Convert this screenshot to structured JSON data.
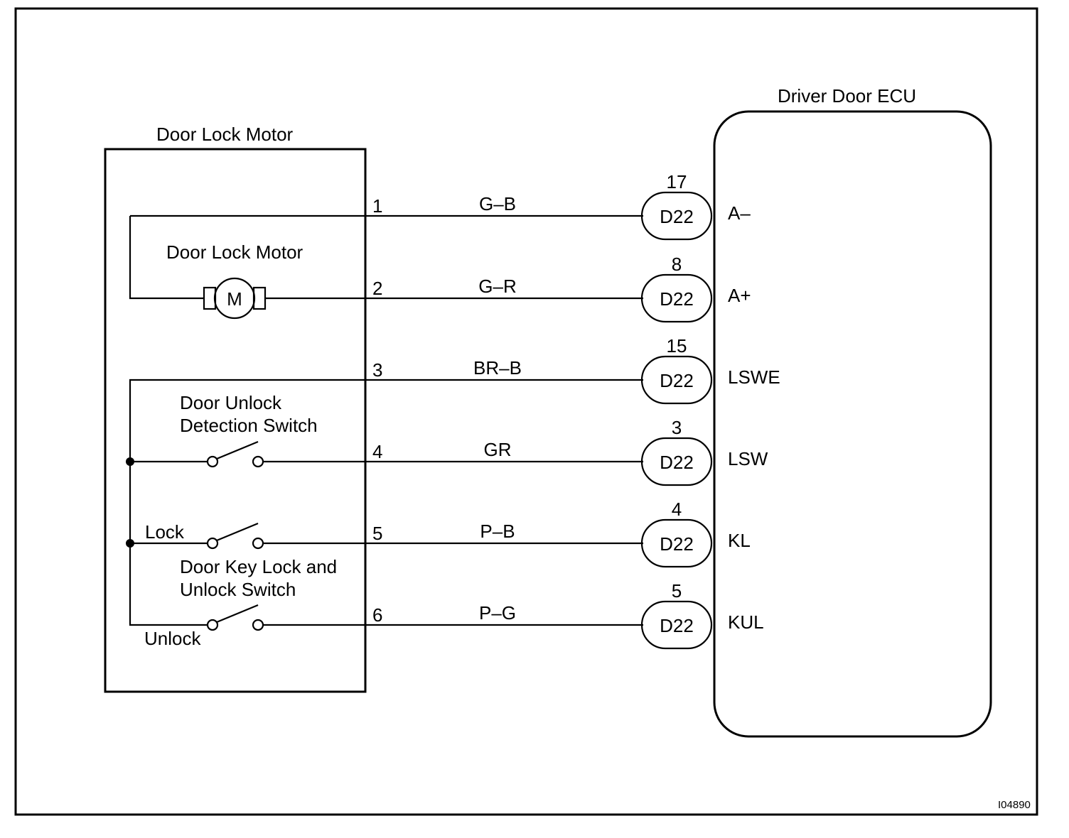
{
  "motor_unit": {
    "title": "Door Lock Motor",
    "motor_label": "Door Lock Motor",
    "motor_symbol": "M",
    "unlock_detect_label_line1": "Door Unlock",
    "unlock_detect_label_line2": "Detection Switch",
    "key_switch_label_line1": "Door Key Lock and",
    "key_switch_label_line2": "Unlock Switch",
    "lock_label": "Lock",
    "unlock_label": "Unlock"
  },
  "ecu": {
    "title": "Driver Door ECU"
  },
  "wires": [
    {
      "pin": "1",
      "color": "G–B",
      "connector": "D22",
      "ecu_pin": "17",
      "terminal": "A–"
    },
    {
      "pin": "2",
      "color": "G–R",
      "connector": "D22",
      "ecu_pin": "8",
      "terminal": "A+"
    },
    {
      "pin": "3",
      "color": "BR–B",
      "connector": "D22",
      "ecu_pin": "15",
      "terminal": "LSWE"
    },
    {
      "pin": "4",
      "color": "GR",
      "connector": "D22",
      "ecu_pin": "3",
      "terminal": "LSW"
    },
    {
      "pin": "5",
      "color": "P–B",
      "connector": "D22",
      "ecu_pin": "4",
      "terminal": "KL"
    },
    {
      "pin": "6",
      "color": "P–G",
      "connector": "D22",
      "ecu_pin": "5",
      "terminal": "KUL"
    }
  ],
  "figure_id": "I04890"
}
